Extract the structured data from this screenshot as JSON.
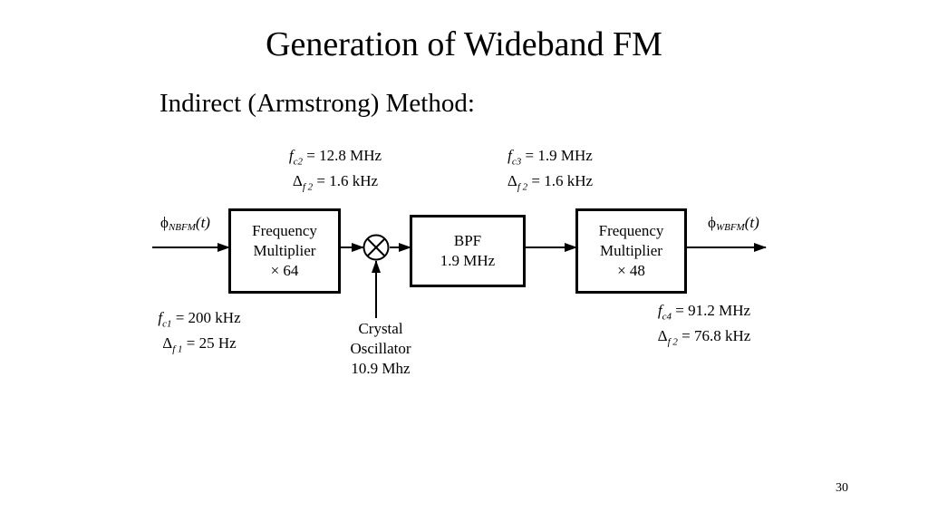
{
  "slide": {
    "title": "Generation of Wideband FM",
    "subtitle": "Indirect (Armstrong) Method:",
    "page_number": "30"
  },
  "diagram": {
    "input_signal": {
      "symbol": "ϕ",
      "subscript": "NBFM",
      "arg": "(t)"
    },
    "output_signal": {
      "symbol": "ϕ",
      "subscript": "WBFM",
      "arg": "(t)"
    },
    "blocks": {
      "multiplier1": {
        "line1": "Frequency",
        "line2": "Multiplier",
        "line3": "× 64"
      },
      "bpf": {
        "line1": "BPF",
        "line2": "1.9 MHz"
      },
      "multiplier2": {
        "line1": "Frequency",
        "line2": "Multiplier",
        "line3": "× 48"
      },
      "mixer": {
        "symbol": "×"
      },
      "oscillator": {
        "line1": "Crystal",
        "line2": "Oscillator",
        "line3": "10.9 Mhz"
      }
    },
    "annotations": {
      "stage1": {
        "f_var": "f",
        "f_sub": "c1",
        "f_value": "= 200 kHz",
        "d_var": "Δ",
        "d_sub": "f 1",
        "d_value": "= 25 Hz"
      },
      "stage2": {
        "f_var": "f",
        "f_sub": "c2",
        "f_value": "= 12.8 MHz",
        "d_var": "Δ",
        "d_sub": "f 2",
        "d_value": "= 1.6 kHz"
      },
      "stage3": {
        "f_var": "f",
        "f_sub": "c3",
        "f_value": "= 1.9 MHz",
        "d_var": "Δ",
        "d_sub": "f 2",
        "d_value": "= 1.6 kHz"
      },
      "stage4": {
        "f_var": "f",
        "f_sub": "c4",
        "f_value": "= 91.2 MHz",
        "d_var": "Δ",
        "d_sub": "f 2",
        "d_value": "= 76.8 kHz"
      }
    }
  }
}
